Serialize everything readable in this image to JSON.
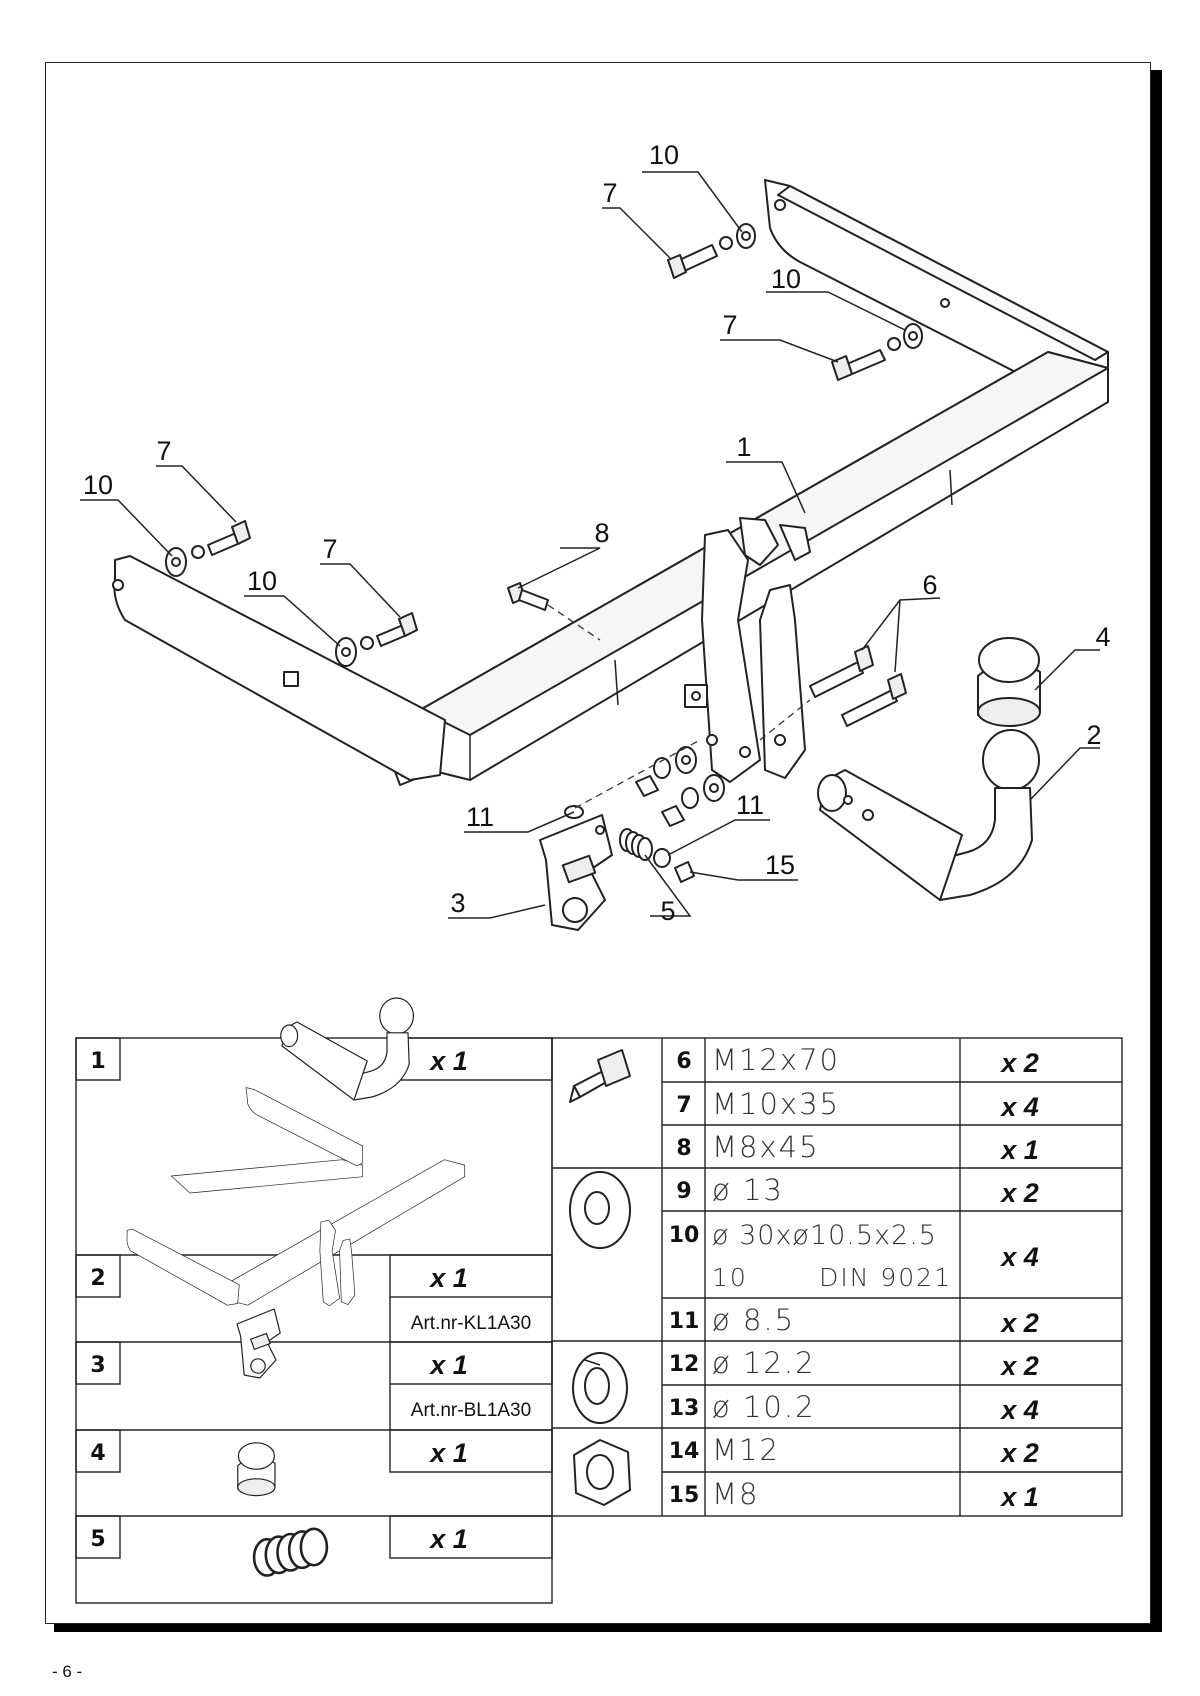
{
  "page": {
    "number": "- 6 -"
  },
  "diagram": {
    "callouts": [
      {
        "id": "c1",
        "text": "10"
      },
      {
        "id": "c2",
        "text": "7"
      },
      {
        "id": "c3",
        "text": "10"
      },
      {
        "id": "c4",
        "text": "7"
      },
      {
        "id": "c5",
        "text": "7"
      },
      {
        "id": "c6",
        "text": "10"
      },
      {
        "id": "c7",
        "text": "1"
      },
      {
        "id": "c8",
        "text": "8"
      },
      {
        "id": "c9",
        "text": "7"
      },
      {
        "id": "c10",
        "text": "10"
      },
      {
        "id": "c11",
        "text": "6"
      },
      {
        "id": "c12",
        "text": "4"
      },
      {
        "id": "c13",
        "text": "2"
      },
      {
        "id": "c14",
        "text": "11"
      },
      {
        "id": "c15",
        "text": "11"
      },
      {
        "id": "c16",
        "text": "15"
      },
      {
        "id": "c17",
        "text": "3"
      },
      {
        "id": "c18",
        "text": "5"
      }
    ]
  },
  "parts_table": {
    "left": [
      {
        "num": "1",
        "qty": "x 1",
        "art": ""
      },
      {
        "num": "2",
        "qty": "x 1",
        "art": "Art.nr-KL1A30"
      },
      {
        "num": "3",
        "qty": "x 1",
        "art": "Art.nr-BL1A30"
      },
      {
        "num": "4",
        "qty": "x 1",
        "art": ""
      },
      {
        "num": "5",
        "qty": "x 1",
        "art": ""
      }
    ],
    "right": [
      {
        "num": "6",
        "spec": "M12x70",
        "qty": "x 2"
      },
      {
        "num": "7",
        "spec": "M10x35",
        "qty": "x 4"
      },
      {
        "num": "8",
        "spec": "M8x45",
        "qty": "x 1"
      },
      {
        "num": "9",
        "spec": "ø 13",
        "qty": "x 2"
      },
      {
        "num": "10",
        "spec": "ø 30xø10.5x2.5",
        "spec2a": "10",
        "spec2b": "DIN 9021",
        "qty": "x 4"
      },
      {
        "num": "11",
        "spec": "ø 8.5",
        "qty": "x 2"
      },
      {
        "num": "12",
        "spec": "ø 12.2",
        "qty": "x 2"
      },
      {
        "num": "13",
        "spec": "ø 10.2",
        "qty": "x 4"
      },
      {
        "num": "14",
        "spec": "M12",
        "qty": "x 2"
      },
      {
        "num": "15",
        "spec": "M8",
        "qty": "x 1"
      }
    ],
    "icons": [
      "bolt-icon",
      "washer-icon",
      "spring-washer-icon",
      "nut-icon"
    ]
  }
}
